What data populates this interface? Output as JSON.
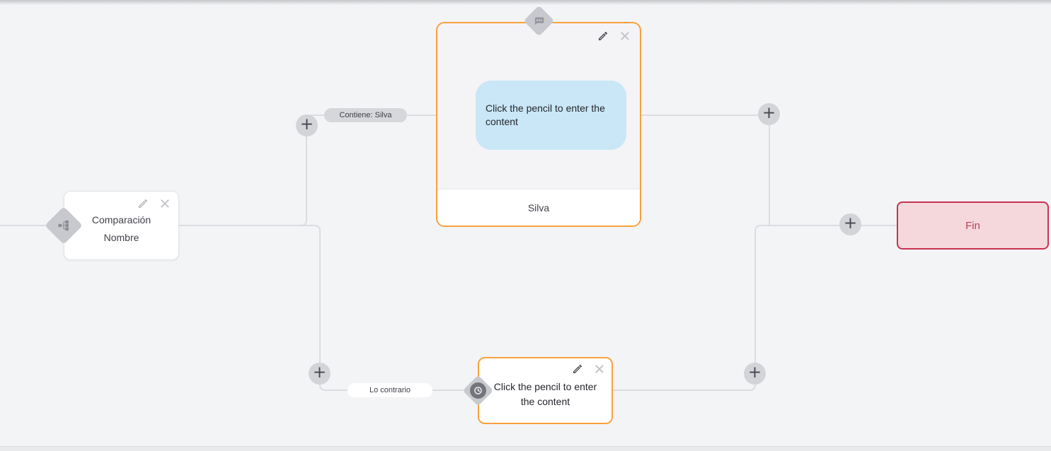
{
  "colors": {
    "accent_orange": "#f9a13c",
    "bubble_blue": "#c9e7f6",
    "end_bg": "#f5d8dc",
    "end_border": "#c73352",
    "end_text": "#bd4058"
  },
  "ui": {
    "add_symbol": "+"
  },
  "nodes": {
    "comparison": {
      "line1": "Comparación",
      "line2": "Nombre"
    },
    "message": {
      "bubble_text": "Click the pencil to enter the content",
      "footer": "Silva"
    },
    "clock": {
      "placeholder": "Click the pencil to enter the content"
    },
    "end": {
      "label": "Fin"
    }
  },
  "edge_labels": {
    "contains": "Contiene: Silva",
    "opposite": "Lo contrario"
  }
}
